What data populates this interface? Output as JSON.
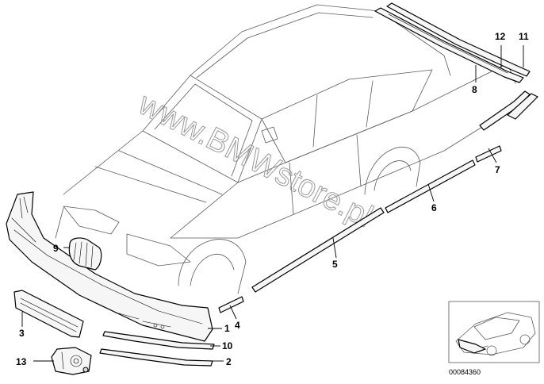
{
  "diagram": {
    "watermark": "www.BMWstore.pl",
    "diagram_code": "00084360",
    "callouts": [
      {
        "id": "p1",
        "label": "1"
      },
      {
        "id": "p2",
        "label": "2"
      },
      {
        "id": "p3",
        "label": "3"
      },
      {
        "id": "p4",
        "label": "4"
      },
      {
        "id": "p5",
        "label": "5"
      },
      {
        "id": "p6",
        "label": "6"
      },
      {
        "id": "p7",
        "label": "7"
      },
      {
        "id": "p8",
        "label": "8"
      },
      {
        "id": "p9",
        "label": "9"
      },
      {
        "id": "p10",
        "label": "10"
      },
      {
        "id": "p11",
        "label": "11"
      },
      {
        "id": "p12",
        "label": "12"
      },
      {
        "id": "p13",
        "label": "13"
      }
    ]
  }
}
